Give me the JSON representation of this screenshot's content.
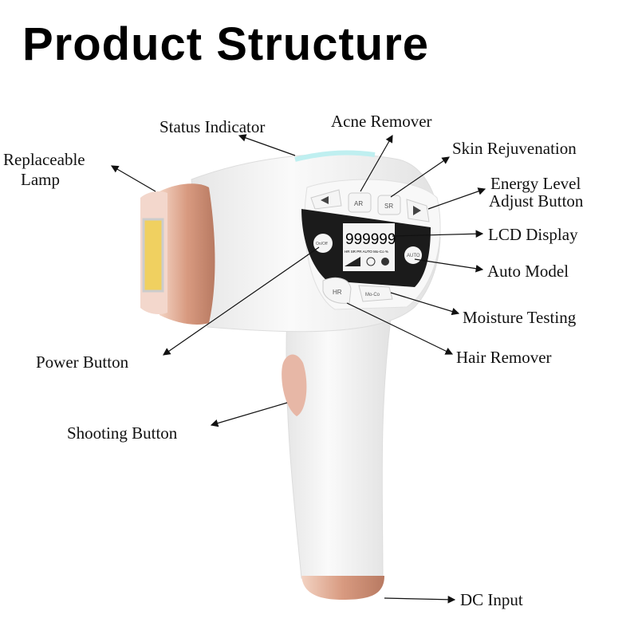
{
  "title": "Product Structure",
  "labels": {
    "status_indicator": "Status Indicator",
    "acne_remover": "Acne Remover",
    "skin_rejuvenation": "Skin Rejuvenation",
    "energy_level_1": "Energy Level",
    "energy_level_2": "Adjust Button",
    "replaceable_lamp_1": "Replaceable",
    "replaceable_lamp_2": "Lamp",
    "lcd_display": "LCD Display",
    "auto_model": "Auto Model",
    "moisture_testing": "Moisture Testing",
    "hair_remover": "Hair Remover",
    "power_button": "Power Button",
    "shooting_button": "Shooting Button",
    "dc_input": "DC Input"
  },
  "device": {
    "buttons": {
      "ar": "AR",
      "sr": "SR",
      "power": "On/Off",
      "auto": "AUTO",
      "hr": "HR",
      "moco": "Mo-Co"
    },
    "lcd": {
      "digits": "999999",
      "modes": "HR SR PR AUTO Mo-Co %"
    },
    "colors": {
      "body": "#f4f4f4",
      "rose_gold": "#d9a48c",
      "lamp": "#f0d060",
      "panel": "#1b1b1b",
      "indicator": "#bfeff0"
    }
  }
}
